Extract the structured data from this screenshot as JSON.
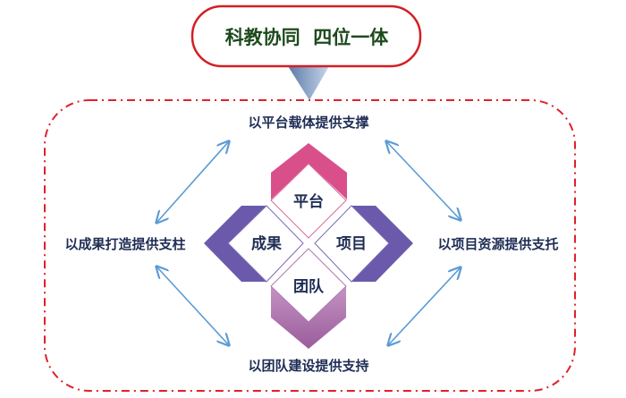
{
  "title": "科教协同  四位一体",
  "core": {
    "top": "平台",
    "left": "成果",
    "right": "项目",
    "bottom": "团队"
  },
  "supports": {
    "top": "以平台载体提供支撑",
    "left": "以成果打造提供支柱",
    "right": "以项目资源提供支托",
    "bottom": "以团队建设提供支持"
  },
  "colors": {
    "frame": "#e0202a",
    "arrow": "#5b9bd5",
    "top": "#d94f8a",
    "side": "#6b5aab",
    "bottom": "#b07ab2",
    "text": "#1f2d55"
  }
}
